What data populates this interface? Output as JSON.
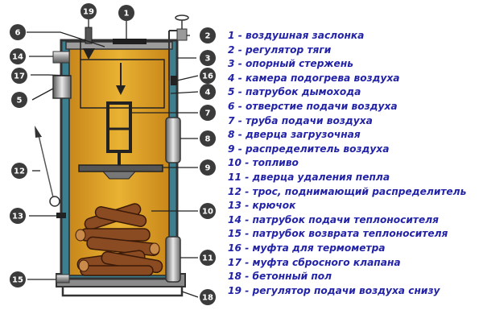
{
  "callouts": [
    "19",
    "1",
    "6",
    "2",
    "14",
    "3",
    "17",
    "16",
    "5",
    "4",
    "7",
    "8",
    "12",
    "9",
    "13",
    "10",
    "11",
    "15",
    "18"
  ],
  "legend": [
    {
      "num": "1",
      "text": "воздушная заслонка"
    },
    {
      "num": "2",
      "text": "регулятор тяги"
    },
    {
      "num": "3",
      "text": "опорный стержень"
    },
    {
      "num": "4",
      "text": "камера подогрева воздуха"
    },
    {
      "num": "5",
      "text": "патрубок дымохода"
    },
    {
      "num": "6",
      "text": "отверстие подачи воздуха"
    },
    {
      "num": "7",
      "text": "труба подачи воздуха"
    },
    {
      "num": "8",
      "text": "дверца загрузочная"
    },
    {
      "num": "9",
      "text": "распределитель воздуха"
    },
    {
      "num": "10",
      "text": "топливо"
    },
    {
      "num": "11",
      "text": "дверца удаления пепла"
    },
    {
      "num": "12",
      "text": "трос, поднимающий распределитель"
    },
    {
      "num": "13",
      "text": "крючок"
    },
    {
      "num": "14",
      "text": "патрубок подачи теплоносителя"
    },
    {
      "num": "15",
      "text": "патрубок возврата теплоносителя"
    },
    {
      "num": "16",
      "text": "муфта для термометра"
    },
    {
      "num": "17",
      "text": "муфта сбросного клапана"
    },
    {
      "num": "18",
      "text": "бетонный пол"
    },
    {
      "num": "19",
      "text": "регулятор подачи воздуха снизу"
    }
  ],
  "colors": {
    "legend_text": "#2323a8",
    "callout_fill": "#3b3b3b",
    "fuel_fill": "#d99a1a",
    "body_outline": "#3a3a3a",
    "water_jacket": "#3d7f8f",
    "wood": "#7b3f1e"
  }
}
